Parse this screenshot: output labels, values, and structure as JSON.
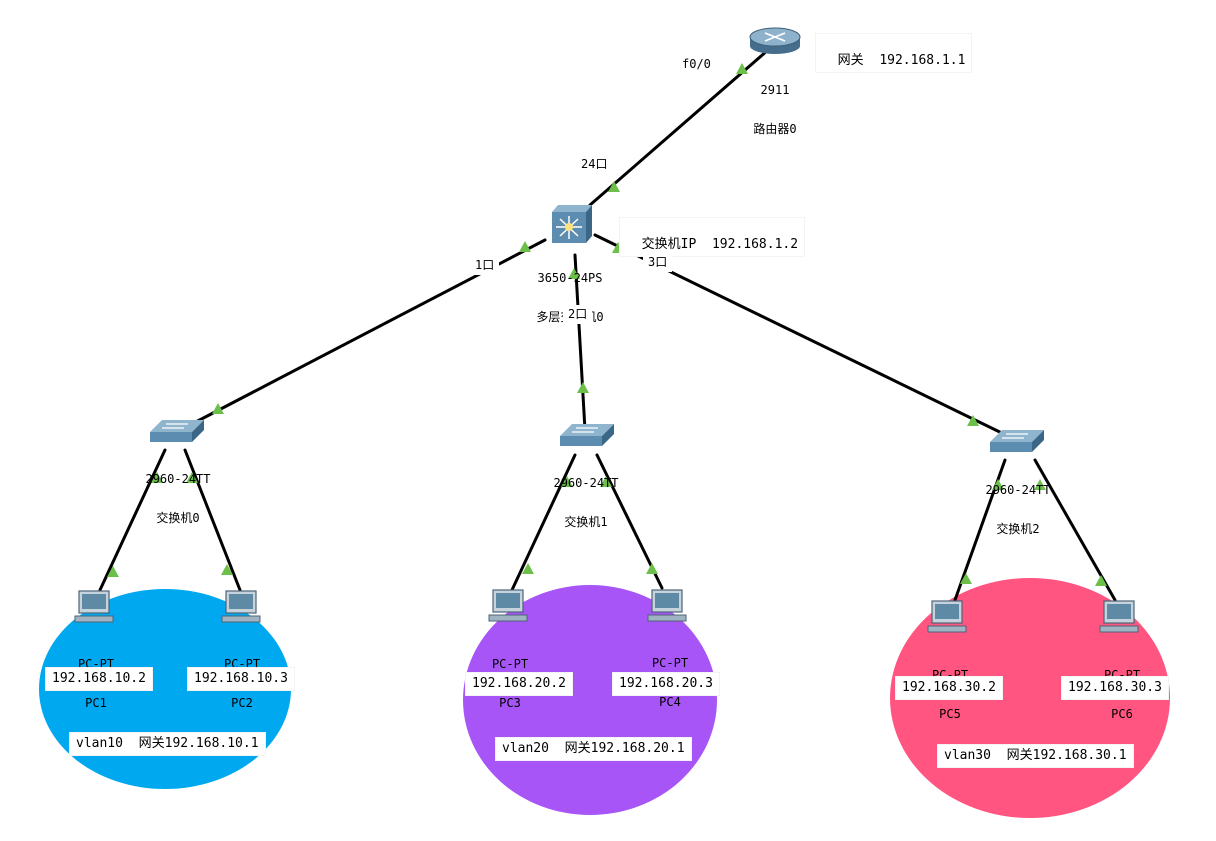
{
  "router": {
    "model": "2911",
    "name": "路由器0",
    "gateway_label": "网关",
    "gateway_ip": "192.168.1.1",
    "port": "f0/0"
  },
  "core_switch": {
    "model": "3650-24PS",
    "name": "多层交换机0",
    "ip_label": "交换机IP",
    "ip": "192.168.1.2",
    "uplink_port": "24口",
    "port1": "1口",
    "port2": "2口",
    "port3": "3口"
  },
  "access_switches": [
    {
      "model": "2960-24TT",
      "name": "交换机0"
    },
    {
      "model": "2960-24TT",
      "name": "交换机1"
    },
    {
      "model": "2960-24TT",
      "name": "交换机2"
    }
  ],
  "pcs": [
    {
      "model": "PC-PT",
      "name": "PC1",
      "ip": "192.168.10.2"
    },
    {
      "model": "PC-PT",
      "name": "PC2",
      "ip": "192.168.10.3"
    },
    {
      "model": "PC-PT",
      "name": "PC3",
      "ip": "192.168.20.2"
    },
    {
      "model": "PC-PT",
      "name": "PC4",
      "ip": "192.168.20.3"
    },
    {
      "model": "PC-PT",
      "name": "PC5",
      "ip": "192.168.30.2"
    },
    {
      "model": "PC-PT",
      "name": "PC6",
      "ip": "192.168.30.3"
    }
  ],
  "vlans": [
    {
      "label": "vlan10  网关192.168.10.1",
      "color": "#00a8f0"
    },
    {
      "label": "vlan20  网关192.168.20.1",
      "color": "#a855f7"
    },
    {
      "label": "vlan30  网关192.168.30.1",
      "color": "#ff5580"
    }
  ],
  "link_indicator_color": "#6cc04a"
}
